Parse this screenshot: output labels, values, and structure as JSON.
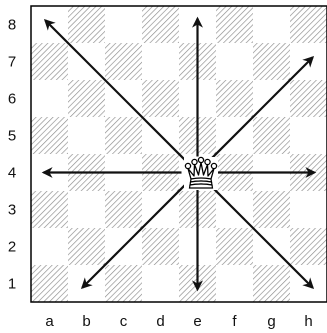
{
  "board": {
    "files": [
      "a",
      "b",
      "c",
      "d",
      "e",
      "f",
      "g",
      "h"
    ],
    "ranks": [
      "8",
      "7",
      "6",
      "5",
      "4",
      "3",
      "2",
      "1"
    ],
    "light_square_color": "#ffffff",
    "dark_square_color": "#c8c8c8",
    "border_color": "#000000"
  },
  "piece": {
    "type": "queen",
    "color": "white",
    "square": "e4",
    "icon": "queen-icon"
  },
  "move_arrows": {
    "directions": [
      "north",
      "north-east",
      "east",
      "south-east",
      "south",
      "south-west",
      "west",
      "north-west"
    ],
    "endpoints": [
      "e8",
      "h7",
      "h4",
      "h1",
      "e1",
      "b1",
      "a4",
      "a8"
    ],
    "color": "#111111"
  }
}
